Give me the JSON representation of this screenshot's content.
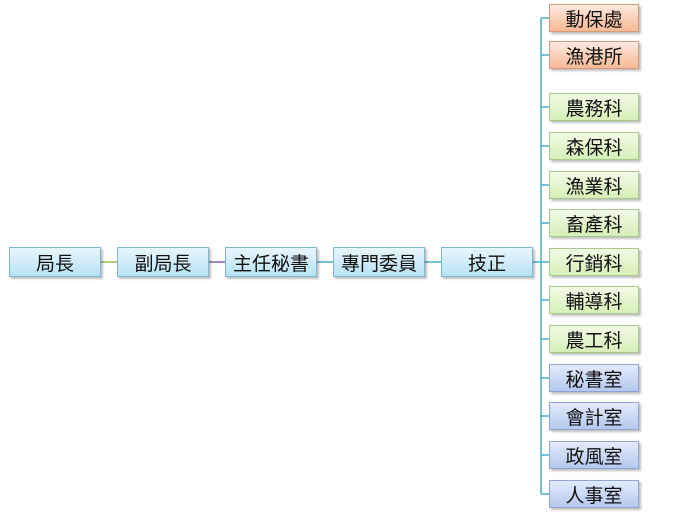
{
  "chain": [
    "局長",
    "副局長",
    "主任秘書",
    "專門委員",
    "技正"
  ],
  "units": {
    "orange": [
      "動保處",
      "漁港所"
    ],
    "green": [
      "農務科",
      "森保科",
      "漁業科",
      "畜產科",
      "行銷科",
      "輔導科",
      "農工科"
    ],
    "lavender": [
      "秘書室",
      "會計室",
      "政風室",
      "人事室"
    ]
  },
  "colors": {
    "connector": "#4bacc6",
    "chain_link_1": "#9bbb59",
    "chain_link_2": "#8064a2"
  }
}
